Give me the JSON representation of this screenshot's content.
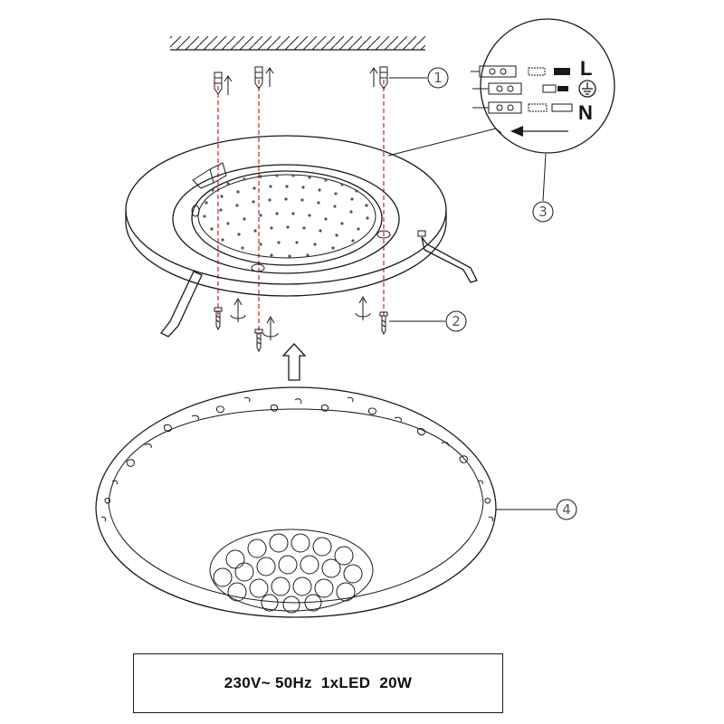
{
  "callouts": [
    {
      "label": "1",
      "icon": "screw-plug-icon"
    },
    {
      "label": "2",
      "icon": "screw-icon"
    },
    {
      "label": "3",
      "icon": "wiring-terminal-icon"
    },
    {
      "label": "4",
      "icon": "lamp-shade-icon"
    }
  ],
  "wiring": {
    "live_label": "L",
    "neutral_label": "N",
    "earth_icon": "earth-ground-icon",
    "arrow_icon": "arrow-left-icon"
  },
  "spec_label": "230V~ 50Hz  1xLED  20W",
  "colors": {
    "line": "#1a1a1a",
    "guide_red": "#d02020",
    "callout_gray": "#555555"
  }
}
